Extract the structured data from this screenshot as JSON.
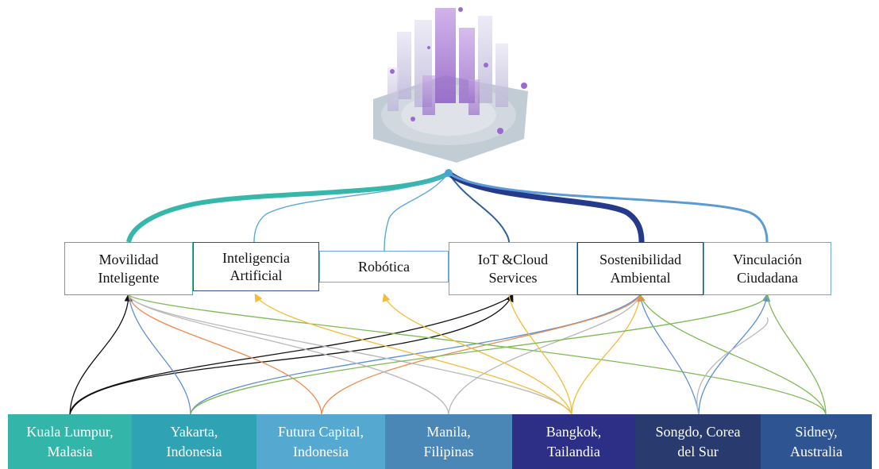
{
  "diagram": {
    "hub_icon": "smart-city-isometric-illustration",
    "categories": [
      {
        "id": "movilidad",
        "label": "Movilidad\nInteligente",
        "color": "#3bb8ad"
      },
      {
        "id": "ia",
        "label": "Inteligencia\nArtificial",
        "color": "#6fa8d6"
      },
      {
        "id": "robotica",
        "label": "Robótica",
        "color": "#6fa8d6"
      },
      {
        "id": "iot",
        "label": "IoT &Cloud\nServices",
        "color": "#2f5f9e"
      },
      {
        "id": "sostenibilidad",
        "label": "Sostenibilidad\nAmbiental",
        "color": "#263a8c"
      },
      {
        "id": "vinculacion",
        "label": "Vinculación\nCiudadana",
        "color": "#5b9bd5"
      }
    ],
    "cities": [
      {
        "id": "kl",
        "label": "Kuala Lumpur,\nMalasia",
        "color": "#33b5a9"
      },
      {
        "id": "yakarta",
        "label": "Yakarta,\nIndonesia",
        "color": "#2fa3b4"
      },
      {
        "id": "futura",
        "label": "Futura Capital,\nIndonesia",
        "color": "#55a8cf"
      },
      {
        "id": "manila",
        "label": "Manila,\nFilipinas",
        "color": "#4a86b6"
      },
      {
        "id": "bangkok",
        "label": "Bangkok,\nTailandia",
        "color": "#2d2f86"
      },
      {
        "id": "songdo",
        "label": "Songdo, Corea\ndel Sur",
        "color": "#283a6e"
      },
      {
        "id": "sidney",
        "label": "Sidney,\nAustralia",
        "color": "#2e5492"
      }
    ],
    "link_colors": {
      "black": "#111111",
      "blue": "#5b8fd6",
      "orange": "#ee8a4c",
      "gray": "#b8b8b8",
      "green": "#7dbb54",
      "yellow": "#f2bd3a"
    }
  }
}
